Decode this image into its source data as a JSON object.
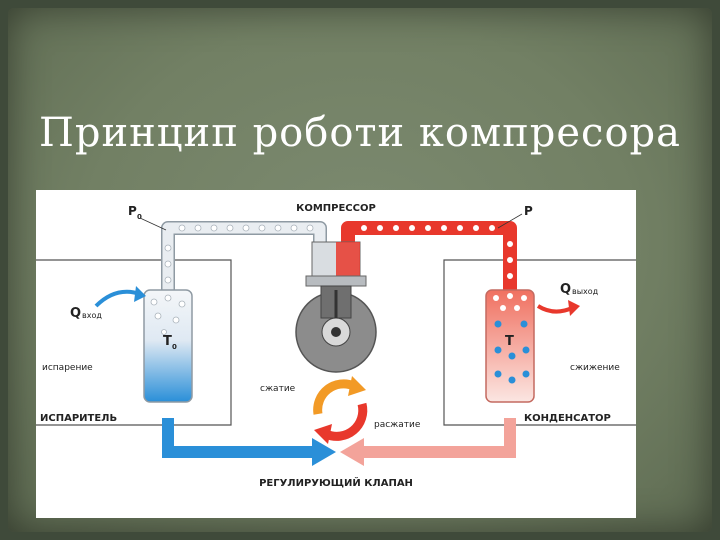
{
  "slide": {
    "title": "Принцип роботи  компресора"
  },
  "diagram": {
    "compressor": "КОМПРЕССОР",
    "p0": "P",
    "p0_sub": "0",
    "p": "P",
    "q_in": "Q",
    "q_in_sub": "вход",
    "q_out": "Q",
    "q_out_sub": "выход",
    "t0": "T",
    "t0_sub": "0",
    "t": "T",
    "evaporation": "испарение",
    "condensation": "сжижение",
    "evaporator": "ИСПАРИТЕЛЬ",
    "condenser": "КОНДЕНСАТОР",
    "compression": "сжатие",
    "expansion": "расжатие",
    "valve": "РЕГУЛИРУЮЩИЙ КЛАПАН"
  },
  "colors": {
    "cold_blue": "#2a8fd8",
    "hot_red": "#e8382c",
    "pink": "#f3a39a",
    "light_pipe": "#e9edf1",
    "pipe_edge": "#8f9aa3",
    "gray_body": "#8c8c8c"
  }
}
